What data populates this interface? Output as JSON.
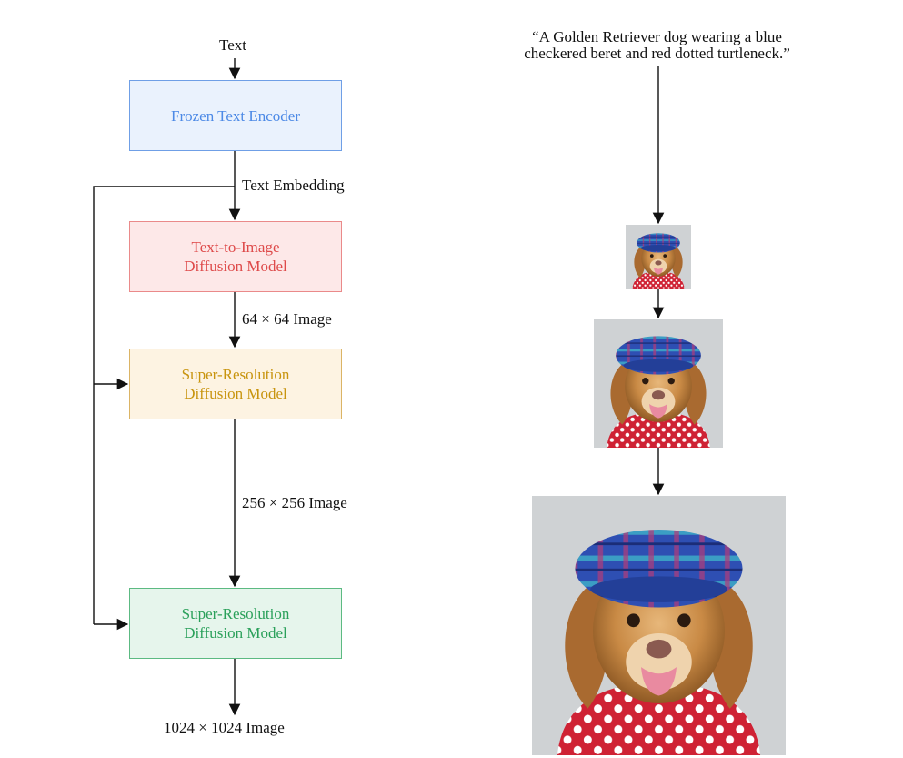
{
  "pipeline": {
    "input_label": "Text",
    "encoder": "Frozen Text Encoder",
    "embedding_label": "Text Embedding",
    "t2i": {
      "line1": "Text-to-Image",
      "line2": "Diffusion Model"
    },
    "out64": "64 × 64 Image",
    "sr1": {
      "line1": "Super-Resolution",
      "line2": "Diffusion Model"
    },
    "out256": "256 × 256 Image",
    "sr2": {
      "line1": "Super-Resolution",
      "line2": "Diffusion Model"
    },
    "out1024": "1024 × 1024 Image"
  },
  "example": {
    "prompt_line1": "“A Golden Retriever dog wearing a blue",
    "prompt_line2": "checkered beret and red dotted turtleneck.”",
    "images": [
      "64 × 64 sample",
      "256 × 256 sample",
      "1024 × 1024 sample"
    ]
  },
  "colors": {
    "encoder": "#4d8ae6",
    "t2i": "#de4a4a",
    "sr1": "#c8940e",
    "sr2": "#2aa05a"
  }
}
